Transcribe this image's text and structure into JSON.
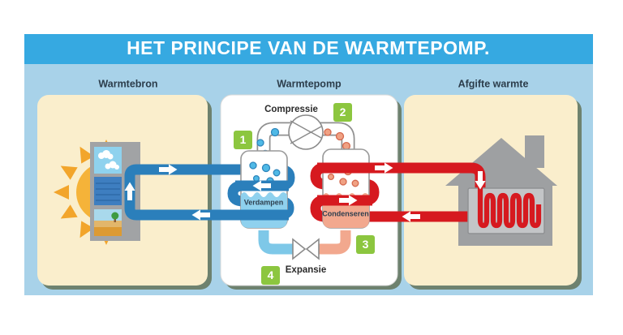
{
  "title": "HET PRINCIPE VAN DE WARMTEPOMP.",
  "sections": {
    "source": "Warmtebron",
    "pump": "Warmtepomp",
    "delivery": "Afgifte warmte"
  },
  "steps": {
    "evaporation": {
      "number": "1",
      "label": "Verdampen"
    },
    "compression": {
      "number": "2",
      "label": "Compressie"
    },
    "condensation": {
      "number": "3",
      "label": "Condenseren"
    },
    "expansion": {
      "number": "4",
      "label": "Expansie"
    }
  },
  "colors": {
    "title_bar": "#36A9E1",
    "canvas_blue": "#A8D2E9",
    "panel_cream": "#FAEECC",
    "panel_white": "#FFFFFF",
    "cold_pipe": "#2B7FBB",
    "hot_pipe": "#D6191F",
    "refrigerant_cold": "#7EC8E8",
    "refrigerant_hot": "#F0A288",
    "step_badge_green": "#8CC63F",
    "house_gray": "#9EA0A2",
    "sun_yellow": "#F5B339"
  }
}
